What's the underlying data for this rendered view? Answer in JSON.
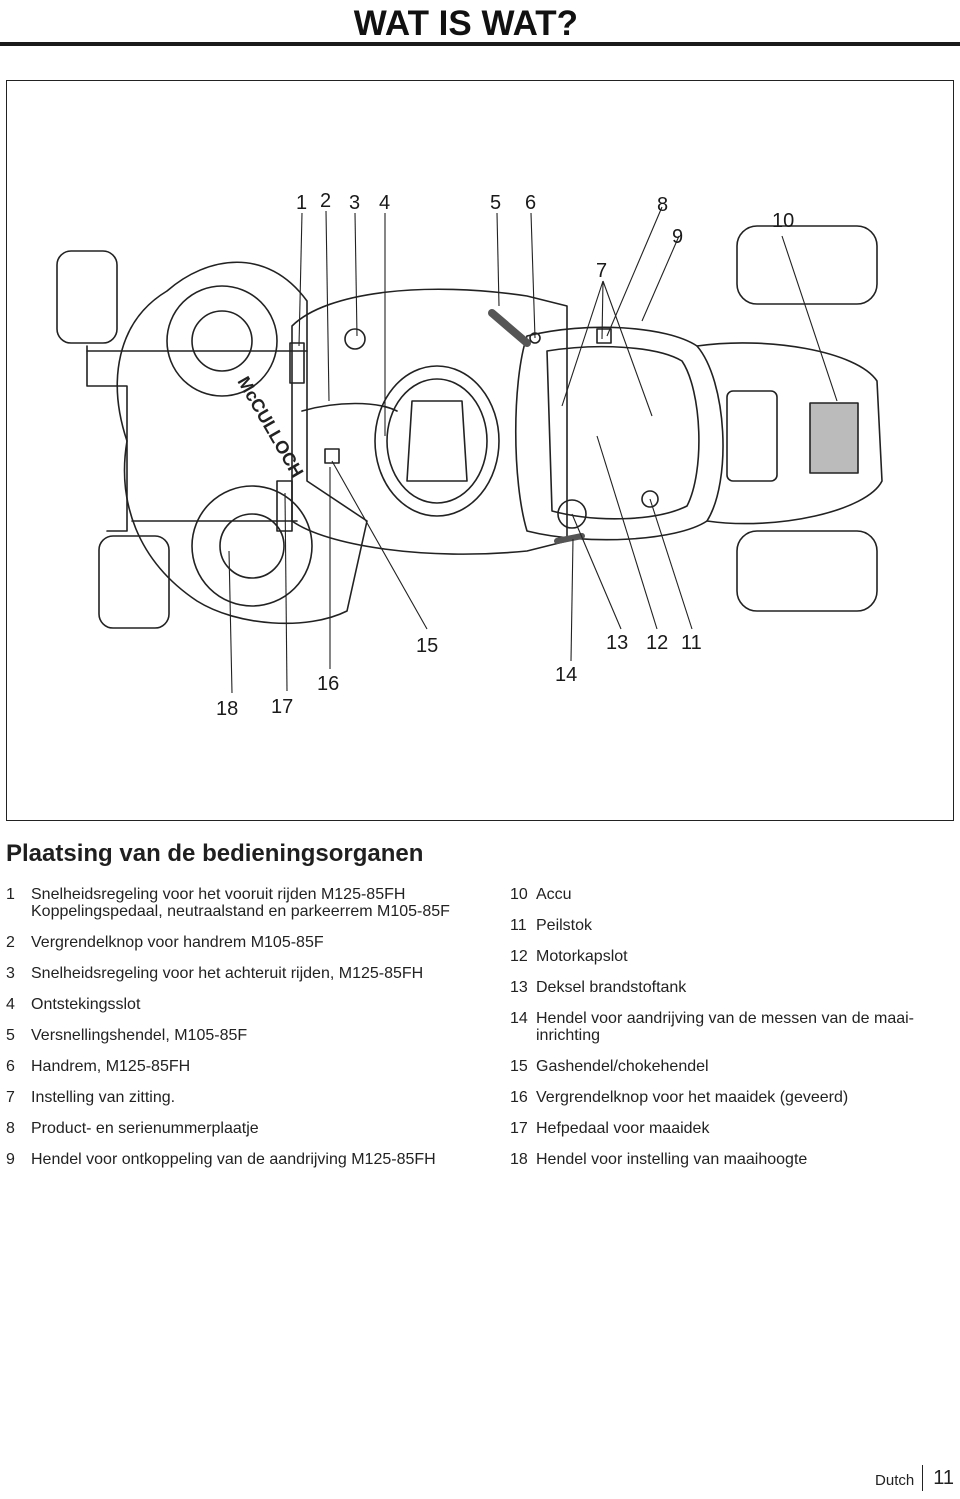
{
  "page_title": "WAT IS WAT?",
  "figure": {
    "callouts": [
      "1",
      "2",
      "3",
      "4",
      "5",
      "6",
      "7",
      "8",
      "9",
      "10",
      "11",
      "12",
      "13",
      "14",
      "15",
      "16",
      "17",
      "18"
    ],
    "logo_text": "McCULLOCH"
  },
  "section_heading": "Plaatsing van de bedieningsorganen",
  "legend_left": [
    {
      "num": "1",
      "text": "Snelheidsregeling voor het vooruit rijden M125-85FH Koppelingspedaal, neutraalstand en parkeerrem M105-85F"
    },
    {
      "num": "2",
      "text": "Vergrendelknop voor handrem M105-85F"
    },
    {
      "num": "3",
      "text": "Snelheidsregeling voor het achteruit rijden, M125-85FH"
    },
    {
      "num": "4",
      "text": "Ontstekingsslot"
    },
    {
      "num": "5",
      "text": "Versnellingshendel, M105-85F"
    },
    {
      "num": "6",
      "text": "Handrem, M125-85FH"
    },
    {
      "num": "7",
      "text": "Instelling van zitting."
    },
    {
      "num": "8",
      "text": "Product- en serienummerplaatje"
    },
    {
      "num": "9",
      "text": "Hendel voor ontkoppeling van de aandrijving M125-85FH"
    }
  ],
  "legend_right": [
    {
      "num": "10",
      "text": "Accu"
    },
    {
      "num": "11",
      "text": "Peilstok"
    },
    {
      "num": "12",
      "text": "Motorkapslot"
    },
    {
      "num": "13",
      "text": "Deksel brandstoftank"
    },
    {
      "num": "14",
      "text": "Hendel voor aandrijving van de messen van de maai-inrichting"
    },
    {
      "num": "15",
      "text": "Gashendel/chokehendel"
    },
    {
      "num": "16",
      "text": "Vergrendelknop voor het maaidek (geveerd)"
    },
    {
      "num": "17",
      "text": "Hefpedaal voor maaidek"
    },
    {
      "num": "18",
      "text": "Hendel voor instelling van maaihoogte"
    }
  ],
  "footer": {
    "language": "Dutch",
    "page_number": "11"
  }
}
